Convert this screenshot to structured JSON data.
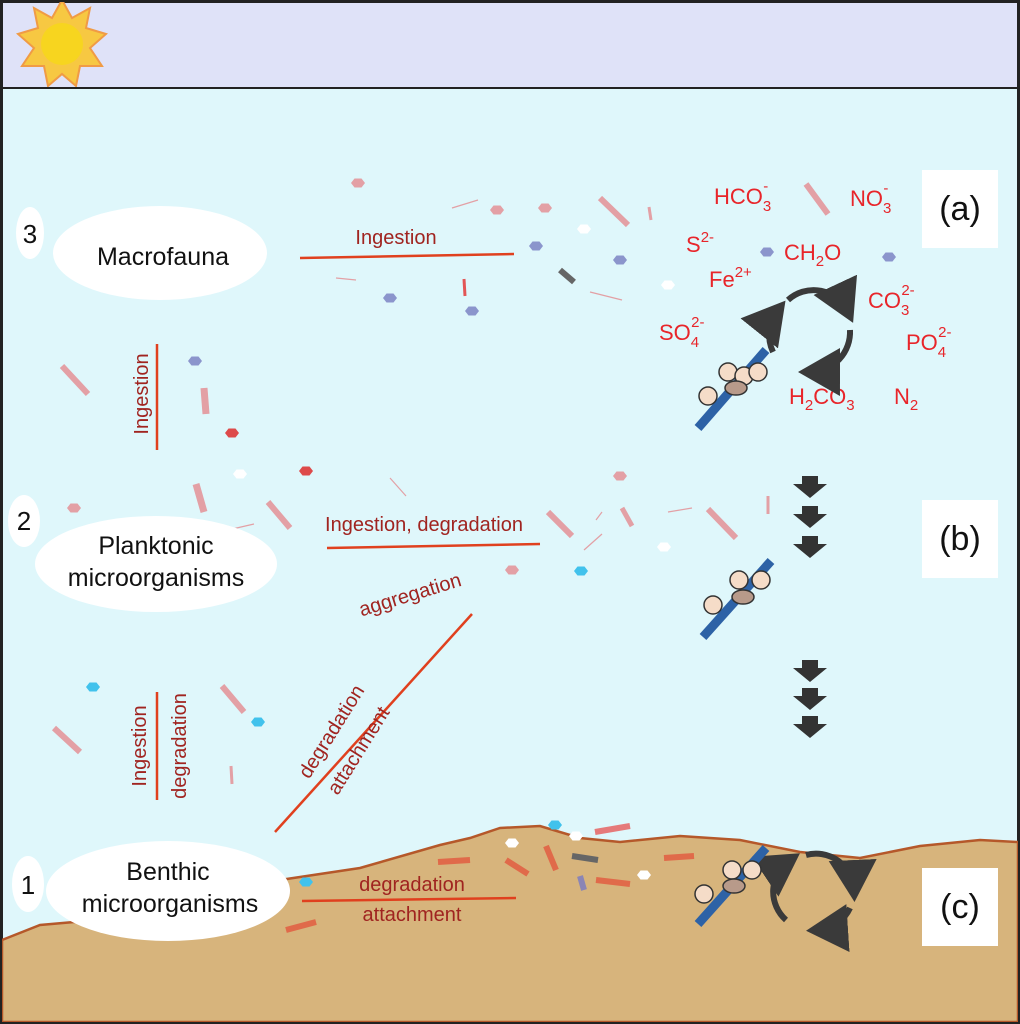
{
  "panels": [
    {
      "letter": "(a)"
    },
    {
      "letter": "(b)"
    },
    {
      "letter": "(c)"
    }
  ],
  "levels": [
    {
      "number": "3",
      "name_lines": [
        "Macrofauna"
      ]
    },
    {
      "number": "2",
      "name_lines": [
        "Planktonic",
        "microorganisms"
      ]
    },
    {
      "number": "1",
      "name_lines": [
        "Benthic",
        "microorganisms"
      ]
    }
  ],
  "processes": {
    "macro_ingestion": "Ingestion",
    "vertical_ingestion_top": "Ingestion",
    "plankton_ingestion_degradation": "Ingestion, degradation",
    "aggregation": "aggregation",
    "vertical_ingestion_bottom": "Ingestion",
    "vertical_degradation_bottom": "degradation",
    "diag_degradation": "degradation",
    "diag_attachment": "attachment",
    "benthic_degradation": "degradation",
    "benthic_attachment": "attachment"
  },
  "chemistry": {
    "hco3": {
      "base": "HCO",
      "sub": "3",
      "sup": "-"
    },
    "no3": {
      "base": "NO",
      "sub": "3",
      "sup": "-"
    },
    "s2": {
      "base": "S",
      "sup": "2-"
    },
    "ch2o": {
      "base": "CH",
      "sub": "2",
      "tail": "O"
    },
    "fe2": {
      "base": "Fe",
      "sup": "2+"
    },
    "co3": {
      "base": "CO",
      "sub": "3",
      "sup": "2-"
    },
    "so4": {
      "base": "SO",
      "sub": "4",
      "sup": "2-"
    },
    "po4": {
      "base": "PO",
      "sub": "4",
      "sup": "2-"
    },
    "h2co3": {
      "base": "H",
      "sub": "2",
      "tail": "CO",
      "sub2": "3"
    },
    "n2": {
      "base": "N",
      "sub": "2"
    }
  },
  "colors": {
    "sky": "#dfe2f8",
    "water": "#dff7fb",
    "sediment": "#d7b47c",
    "sediment_edge": "#b5582a",
    "process_line": "#e0401e",
    "process_text": "#a02420",
    "chem_text": "#e8252a",
    "arrow": "#3a3a3a",
    "sun": "#f5d11a",
    "particle_pink": "#e3a0a5",
    "particle_blue": "#8b95cc",
    "particle_cyan": "#41c2ec",
    "particle_red": "#dd4a4a"
  }
}
